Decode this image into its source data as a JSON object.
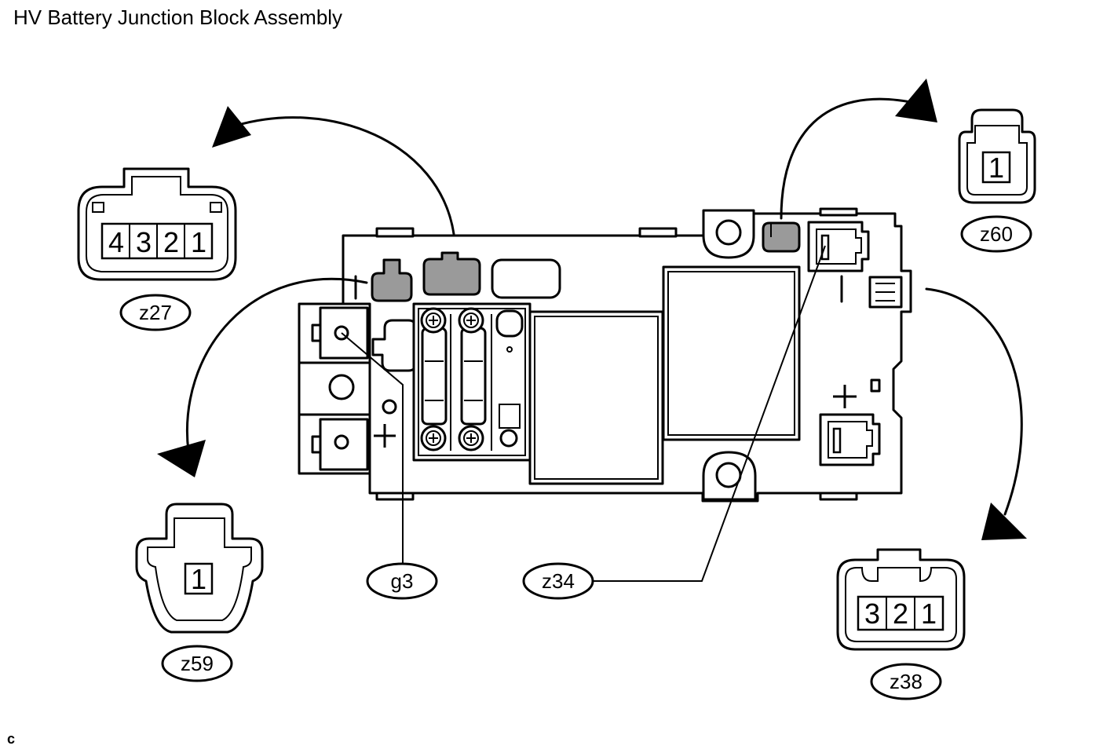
{
  "title": "HV Battery Junction Block Assembly",
  "corner_mark": "c",
  "connectors": {
    "z27": {
      "label": "z27",
      "pins": [
        "4",
        "3",
        "2",
        "1"
      ]
    },
    "z59": {
      "label": "z59",
      "pins": [
        "1"
      ]
    },
    "z60": {
      "label": "z60",
      "pins": [
        "1"
      ]
    },
    "z38": {
      "label": "z38",
      "pins": [
        "3",
        "2",
        "1"
      ]
    }
  },
  "callouts": {
    "g3": "g3",
    "z34": "z34"
  },
  "colors": {
    "line": "#000000",
    "connector_shade": "#9a9a9a",
    "background": "#ffffff"
  },
  "icons": [
    "curved-arrow-icon",
    "plus-symbol-icon",
    "minus-symbol-icon",
    "screw-head-icon"
  ]
}
